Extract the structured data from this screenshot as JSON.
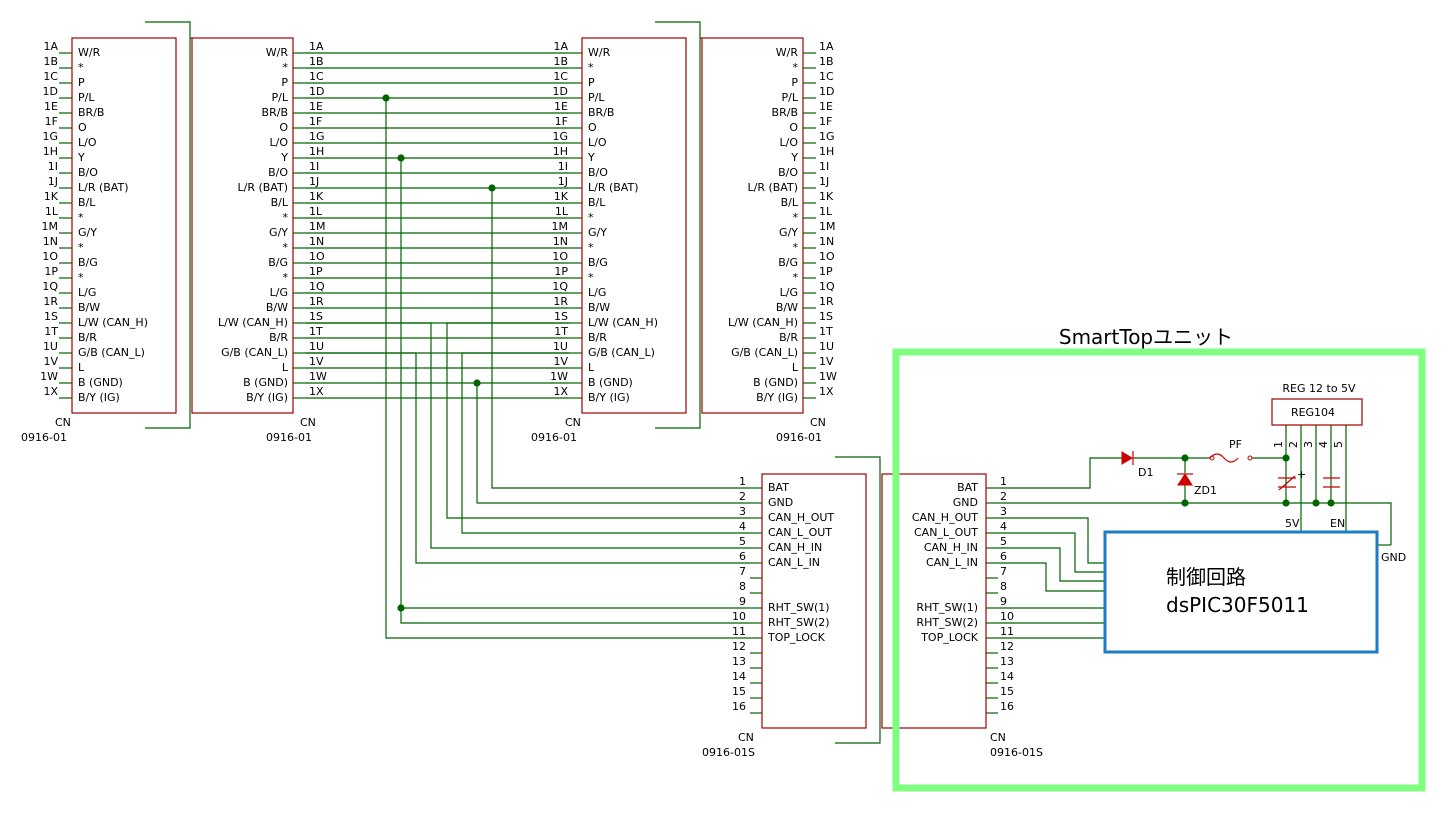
{
  "connector_signals": [
    "W/R",
    "*",
    "P",
    "P/L",
    "BR/B",
    "O",
    "L/O",
    "Y",
    "B/O",
    "L/R (BAT)",
    "B/L",
    "*",
    "G/Y",
    "*",
    "B/G",
    "*",
    "L/G",
    "B/W",
    "L/W (CAN_H)",
    "B/R",
    "G/B (CAN_L)",
    "L",
    "B (GND)",
    "B/Y (IG)"
  ],
  "connector_pins": [
    "1A",
    "1B",
    "1C",
    "1D",
    "1E",
    "1F",
    "1G",
    "1H",
    "1I",
    "1J",
    "1K",
    "1L",
    "1M",
    "1N",
    "1O",
    "1P",
    "1Q",
    "1R",
    "1S",
    "1T",
    "1U",
    "1V",
    "1W",
    "1X"
  ],
  "connector_label": "CN",
  "connector_part": "0916-01",
  "small_connector_pins": [
    "1",
    "2",
    "3",
    "4",
    "5",
    "6",
    "7",
    "8",
    "9",
    "10",
    "11",
    "12",
    "13",
    "14",
    "15",
    "16"
  ],
  "small_connector_signals": [
    "BAT",
    "GND",
    "CAN_H_OUT",
    "CAN_L_OUT",
    "CAN_H_IN",
    "CAN_L_IN",
    "",
    "",
    "RHT_SW(1)",
    "RHT_SW(2)",
    "TOP_LOCK",
    "",
    "",
    "",
    "",
    ""
  ],
  "small_connector_part": "0916-01S",
  "unit_title": "SmartTopユニット",
  "regulator": {
    "caption": "REG 12 to 5V",
    "name": "REG104",
    "pins": [
      "1",
      "2",
      "3",
      "4",
      "5"
    ],
    "out_label": "5V",
    "en_label": "EN",
    "gnd_label": "GND"
  },
  "parts": {
    "diode": "D1",
    "zener": "ZD1",
    "fuse": "PF"
  },
  "controller": {
    "line1": "制御回路",
    "line2": "dsPIC30F5011"
  },
  "colors": {
    "wire": "#006400",
    "body": "#a00000",
    "unit_frame": "#7fff7f",
    "controller_frame": "#1e7bc4",
    "component": "#cc0000"
  }
}
